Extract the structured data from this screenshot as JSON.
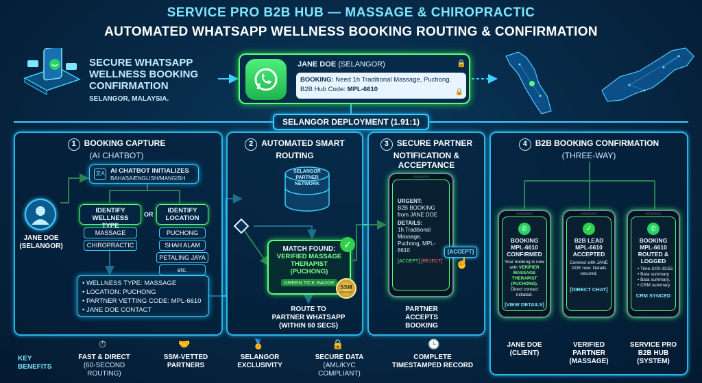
{
  "header": {
    "title": "SERVICE PRO B2B HUB — MASSAGE & CHIROPRACTIC",
    "subtitle": "AUTOMATED WHATSAPP WELLNESS BOOKING ROUTING & CONFIRMATION"
  },
  "hero": {
    "title_line1": "SECURE WHATSAPP",
    "title_line2": "WELLNESS BOOKING",
    "title_line3": "CONFIRMATION",
    "location": "SELANGOR, MALAYSIA."
  },
  "message": {
    "sender": "JANE DOE",
    "sender_region": "(SELANGOR)",
    "booking_label": "BOOKING:",
    "booking_text": "Need 1h Traditional Massage, Puchong.",
    "code_label": "B2B Hub Code:",
    "code_value": "MPL-6610"
  },
  "deployment": {
    "label": "SELANGOR DEPLOYMENT (1.91:1)"
  },
  "panel1": {
    "number": "1",
    "title": "BOOKING CAPTURE",
    "subtitle": "(AI CHATBOT)",
    "user_name": "JANE DOE",
    "user_region": "(SELANGOR)",
    "chatbot_title": "AI CHATBOT INITIALIZES",
    "chatbot_langs": "BAHASA/ENGLISH/MANGISH",
    "identify_type": "IDENTIFY WELLNESS TYPE",
    "or": "OR",
    "identify_location": "IDENTIFY LOCATION",
    "types": [
      "MASSAGE",
      "CHIROPRACTIC"
    ],
    "locations": [
      "PUCHONG",
      "SHAH ALAM",
      "PETALING JAYA",
      "etc."
    ],
    "summary": [
      "• WELLNESS TYPE: MASSAGE",
      "• LOCATION: PUCHONG",
      "• PARTNER VETTING CODE: MPL-6610",
      "• JANE DOE CONTACT"
    ]
  },
  "panel2": {
    "number": "2",
    "title": "AUTOMATED SMART",
    "title2": "ROUTING",
    "network": "SELANGOR PARTNER NETWORK",
    "match_title": "MATCH FOUND:",
    "match_sub": "VERIFIED MASSAGE THERAPIST",
    "match_loc": "(PUCHONG)",
    "badge": "GREEN TICK BADGE",
    "ssm": "SSM",
    "ssm_sub": "VERIFIED",
    "route_line1": "ROUTE TO",
    "route_line2": "PARTNER WHATSAPP",
    "route_line3": "(WITHIN 60 SECS)"
  },
  "panel3": {
    "number": "3",
    "title": "SECURE PARTNER",
    "title2": "NOTIFICATION &",
    "title3": "ACCEPTANCE",
    "urgent": "URGENT:",
    "urgent_text": "B2B BOOKING from JANE DOE",
    "details": "DETAILS:",
    "details_text": "1h Traditional Massage, Puchong, MPL-6610",
    "accept": "[ACCEPT]",
    "reject": "[REJECT]",
    "accept_big": "[ACCEPT]",
    "footer1": "PARTNER",
    "footer2": "ACCEPTS",
    "footer3": "BOOKING"
  },
  "panel4": {
    "number": "4",
    "title": "B2B BOOKING CONFIRMATION",
    "subtitle": "(THREE-WAY)",
    "phones": [
      {
        "head": "BOOKING MPL-6610 CONFIRMED",
        "body1": "Your booking is now with",
        "body_highlight": "VERIFIER MASSAGE THERAPIST (PUCHONG).",
        "body2": "Direct contact initiated.",
        "action": "[VIEW DETAILS]",
        "label1": "JANE DOE",
        "label2": "(CLIENT)"
      },
      {
        "head": "B2B LEAD MPL-6610 ACCEPTED",
        "body1": "Connect with JANE DOE now. Details secured.",
        "action": "[DIRECT CHAT]",
        "label1": "VERIFIED",
        "label2": "PARTNER",
        "label3": "(MASSAGE)"
      },
      {
        "head": "BOOKING MPL-6610 ROUTED & LOGGED",
        "list": [
          "• Time-3:00-33:55",
          "• Bata summary",
          "• Bata summary.",
          "• CRM summary"
        ],
        "action": "CRM SYNCED",
        "label1": "SERVICE PRO",
        "label2": "B2B HUB",
        "label3": "(SYSTEM)"
      }
    ]
  },
  "benefits": {
    "label1": "KEY",
    "label2": "BENEFITS",
    "items": [
      {
        "title": "FAST & DIRECT",
        "sub": "(60-SECOND ROUTING)"
      },
      {
        "title": "SSM-VETTED",
        "sub": "PARTNERS"
      },
      {
        "title": "SELANGOR",
        "sub": "EXCLUSIVITY"
      },
      {
        "title": "SECURE DATA",
        "sub": "(AML/KYC COMPLIANT)"
      },
      {
        "title": "COMPLETE",
        "sub": "TIMESTAMPED RECORD"
      }
    ]
  },
  "colors": {
    "accent": "#3fd0ff",
    "green": "#5cff7a",
    "whatsapp": "#25d366",
    "background": "#072a48"
  },
  "icons": [
    "phone-chat-icon",
    "whatsapp-icon",
    "lock-icon",
    "map-icon",
    "user-icon",
    "chatbot-icon",
    "database-icon",
    "check-badge-icon",
    "hand-pointer-icon",
    "stopwatch-icon",
    "handshake-icon",
    "award-icon",
    "clock-icon"
  ]
}
